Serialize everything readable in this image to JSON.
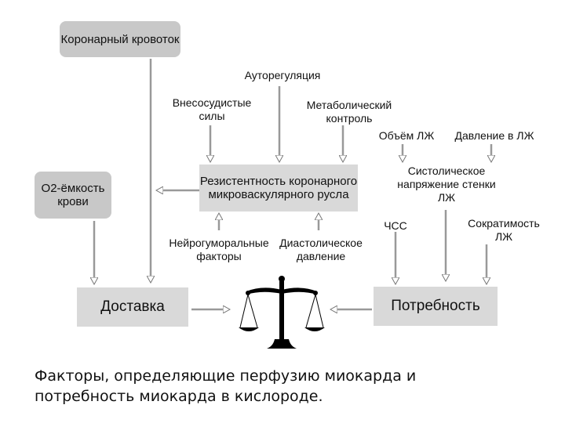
{
  "nodes": {
    "coronary_flow": "Коронарный кровоток",
    "o2_capacity": "О2-ёмкость\nкрови",
    "resistance": "Резистентность коронарного\nмикроваскулярного русла",
    "delivery": "Доставка",
    "demand": "Потребность"
  },
  "labels": {
    "autoregulation": "Ауторегуляция",
    "extravascular": "Внесосудистые\nсилы",
    "metabolic": "Метаболический\nконтроль",
    "neurohumoral": "Нейрогуморальные\nфакторы",
    "diastolic": "Диастолическое\nдавление",
    "lv_volume": "Объём ЛЖ",
    "lv_pressure": "Давление в ЛЖ",
    "systolic_tension": "Систолическое\nнапряжение стенки\nЛЖ",
    "hr": "ЧСС",
    "contractility": "Сократимость\nЛЖ"
  },
  "caption": "Факторы, определяющие перфузию миокарда и\nпотребность миокарда в кислороде.",
  "colors": {
    "box_rounded": "#c8c8c8",
    "box_rect": "#d9d9d9",
    "arrow": "#888888",
    "scale": "#000000"
  }
}
